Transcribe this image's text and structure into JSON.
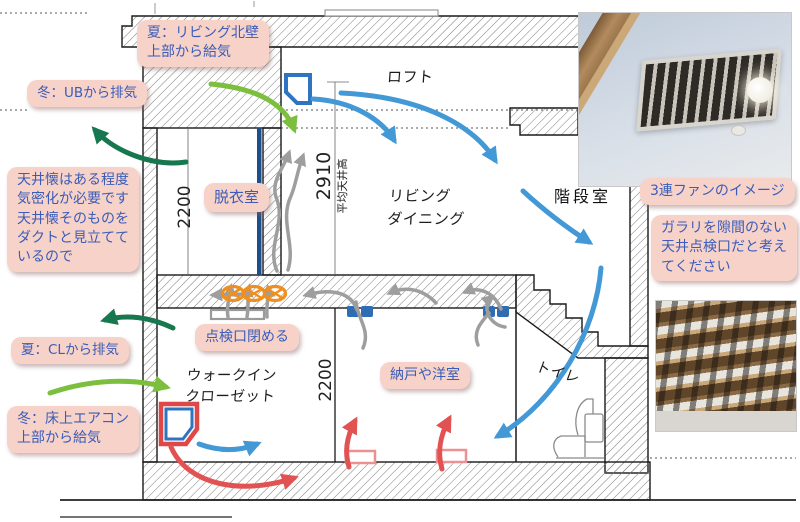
{
  "notes": {
    "summer_living": "夏：リビング北壁\n上部から給気",
    "winter_ub": "冬：UBから排気",
    "ceiling_cavity": "天井懐はある程度\n気密化が必要です\n天井懐そのものを\nダクトと見立てて\nいるので",
    "summer_cl": "夏：CLから排気",
    "winter_ac": "冬：床上エアコン\n上部から給気",
    "close_hatch": "点検口閉める",
    "fan_image": "3連ファンのイメージ",
    "louver": "ガラリを隙間のない\n天井点検口だと考え\nてください",
    "datsui": "脱衣室",
    "nando": "納戸や洋室"
  },
  "rooms": {
    "loft": "ロフト",
    "living": "リビング\nダイニング",
    "stairwell": "階段室",
    "wic": "ウォークイン\nクローゼット",
    "toilet": "トイレ"
  },
  "dimensions": {
    "upper_room_height": "2200",
    "avg_ceiling_height": "2910",
    "avg_ceiling_label": "平均天井高",
    "lower_room_height": "2200"
  },
  "photos": {
    "top": "ceiling-louver-fan-photo",
    "bottom": "louver-grille-closeup-photo"
  },
  "colors": {
    "note_background": "#f6d2c9",
    "note_text": "#3b5cb8",
    "arrow_blue": "#4398d6",
    "arrow_red": "#e25252",
    "arrow_green_light": "#7cbf3f",
    "arrow_green_dark": "#17774e",
    "arrow_gray": "#9e9e9e",
    "fan_orange": "#ef8f1f",
    "duct_blue": "#1f4e8c",
    "vent_blue": "#2e6db4",
    "ac_red": "#e04848",
    "ac_blue": "#2e74c0"
  }
}
